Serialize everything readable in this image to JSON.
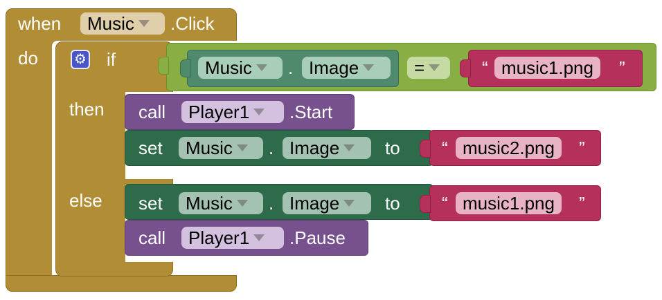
{
  "event_block": {
    "keyword": "when",
    "component": "Music",
    "event": ".Click",
    "do_label": "do"
  },
  "if_block": {
    "gear_icon": "gear-icon",
    "if_label": "if",
    "then_label": "then",
    "else_label": "else"
  },
  "condition": {
    "getter": {
      "component": "Music",
      "dot": ".",
      "property": "Image"
    },
    "operator": "=",
    "text": {
      "open_quote": "“",
      "value": "music1.png",
      "close_quote": "”"
    }
  },
  "then_branch": {
    "call_start": {
      "keyword": "call",
      "component": "Player1",
      "method": ".Start"
    },
    "set_image": {
      "keyword": "set",
      "component": "Music",
      "dot": ".",
      "property": "Image",
      "to": "to",
      "text": {
        "open_quote": "“",
        "value": "music2.png",
        "close_quote": "”"
      }
    }
  },
  "else_branch": {
    "set_image": {
      "keyword": "set",
      "component": "Music",
      "dot": ".",
      "property": "Image",
      "to": "to",
      "text": {
        "open_quote": "“",
        "value": "music1.png",
        "close_quote": "”"
      }
    },
    "call_pause": {
      "keyword": "call",
      "component": "Player1",
      "method": ".Pause"
    }
  },
  "colors": {
    "event": "#b18e35",
    "control": "#b18e35",
    "compare": "#88ae44",
    "component_getter": "#4f8a6c",
    "text": "#b5305a",
    "procedure": "#76518d",
    "setter": "#2e6b4a"
  }
}
